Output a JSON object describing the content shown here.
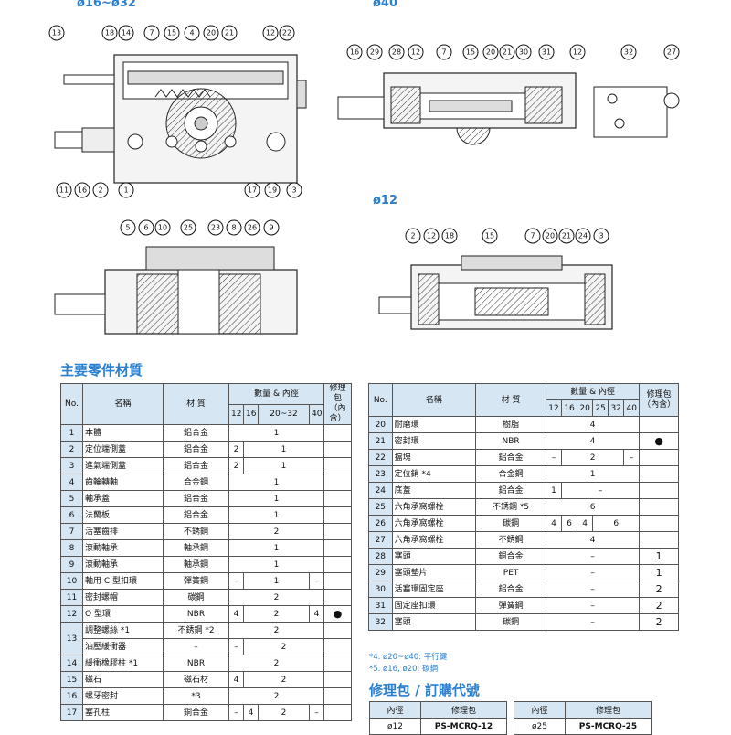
{
  "drawings": {
    "d1_title": "ø16~ø32",
    "d2_title": "ø40",
    "d3_title": "ø12",
    "d1_top": [
      "13",
      "18",
      "14",
      "7",
      "15",
      "4",
      "20",
      "21",
      "12",
      "22"
    ],
    "d1_bottom": [
      "11",
      "16",
      "2",
      "1",
      "17",
      "19",
      "3"
    ],
    "d2_top": [
      "16",
      "29",
      "28",
      "12",
      "7",
      "15",
      "20",
      "21",
      "30",
      "31",
      "12",
      "32",
      "27"
    ],
    "d4_top": [
      "5",
      "6",
      "10",
      "25",
      "23",
      "8",
      "26",
      "9"
    ],
    "d3_top": [
      "2",
      "12",
      "18",
      "15",
      "7",
      "20",
      "21",
      "24",
      "3"
    ]
  },
  "parts_title": "主要零件材質",
  "table_left": {
    "h_no": "No.",
    "h_name": "名稱",
    "h_mat": "材 質",
    "h_qty": "數量 & 內徑",
    "h_kit": "修理包\n（內含）",
    "h_sizes": [
      "12",
      "16",
      "20~32",
      "40"
    ],
    "rows": [
      {
        "no": "1",
        "name": "本體",
        "mat": "鋁合金",
        "q": [
          "",
          "",
          "1",
          ""
        ],
        "span": "all",
        "kit": ""
      },
      {
        "no": "2",
        "name": "定位端側蓋",
        "mat": "鋁合金",
        "q": [
          "2",
          "",
          "1",
          ""
        ],
        "span": "rest",
        "kit": ""
      },
      {
        "no": "3",
        "name": "進氣端側蓋",
        "mat": "鋁合金",
        "q": [
          "2",
          "",
          "1",
          ""
        ],
        "span": "rest",
        "kit": ""
      },
      {
        "no": "4",
        "name": "齒輪轉軸",
        "mat": "合金鋼",
        "q": [
          "",
          "",
          "1",
          ""
        ],
        "span": "all",
        "kit": ""
      },
      {
        "no": "5",
        "name": "軸承蓋",
        "mat": "鋁合金",
        "q": [
          "",
          "",
          "1",
          ""
        ],
        "span": "all",
        "kit": ""
      },
      {
        "no": "6",
        "name": "法蘭板",
        "mat": "鋁合金",
        "q": [
          "",
          "",
          "1",
          ""
        ],
        "span": "all",
        "kit": ""
      },
      {
        "no": "7",
        "name": "活塞齒排",
        "mat": "不銹鋼",
        "q": [
          "",
          "",
          "2",
          ""
        ],
        "span": "all",
        "kit": ""
      },
      {
        "no": "8",
        "name": "滾動軸承",
        "mat": "軸承鋼",
        "q": [
          "",
          "",
          "1",
          ""
        ],
        "span": "all",
        "kit": ""
      },
      {
        "no": "9",
        "name": "滾動軸承",
        "mat": "軸承鋼",
        "q": [
          "",
          "",
          "1",
          ""
        ],
        "span": "all",
        "kit": ""
      },
      {
        "no": "10",
        "name": "軸用 C 型扣環",
        "mat": "彈簧鋼",
        "q": [
          "–",
          "",
          "1",
          "–"
        ],
        "span": "mid",
        "kit": ""
      },
      {
        "no": "11",
        "name": "密封螺帽",
        "mat": "碳鋼",
        "q": [
          "",
          "",
          "2",
          ""
        ],
        "span": "all",
        "kit": ""
      },
      {
        "no": "12",
        "name": "O 型環",
        "mat": "NBR",
        "q": [
          "4",
          "",
          "2",
          "4"
        ],
        "span": "mid",
        "kit": "●"
      },
      {
        "no": "13",
        "name": "調整螺絲 *1",
        "mat": "不銹鋼 *2",
        "q": [
          "",
          "",
          "2",
          ""
        ],
        "span": "all",
        "kit": ""
      },
      {
        "no": "",
        "name": "油壓緩衝器",
        "mat": "–",
        "q": [
          "–",
          "",
          "2",
          ""
        ],
        "span": "rest",
        "kit": ""
      },
      {
        "no": "14",
        "name": "緩衝橡膠柱 *1",
        "mat": "NBR",
        "q": [
          "",
          "",
          "2",
          ""
        ],
        "span": "all",
        "kit": ""
      },
      {
        "no": "15",
        "name": "磁石",
        "mat": "磁石材",
        "q": [
          "4",
          "",
          "2",
          ""
        ],
        "span": "rest",
        "kit": ""
      },
      {
        "no": "16",
        "name": "螺牙密封",
        "mat": "*3",
        "q": [
          "",
          "",
          "2",
          ""
        ],
        "span": "all",
        "kit": ""
      },
      {
        "no": "17",
        "name": "塞孔柱",
        "mat": "銅合金",
        "q": [
          "–",
          "4",
          "2",
          "–"
        ],
        "span": "none",
        "kit": ""
      }
    ]
  },
  "table_right": {
    "h_no": "No.",
    "h_name": "名稱",
    "h_mat": "材 質",
    "h_qty": "數量 & 內徑",
    "h_kit": "修理包\n（內含）",
    "h_sizes": [
      "12",
      "16",
      "20",
      "25",
      "32",
      "40"
    ],
    "rows": [
      {
        "no": "20",
        "name": "耐磨環",
        "mat": "樹脂",
        "q": "4",
        "kit": ""
      },
      {
        "no": "21",
        "name": "密封環",
        "mat": "NBR",
        "q": "4",
        "kit": "●"
      },
      {
        "no": "22",
        "name": "擋塊",
        "mat": "鋁合金",
        "q": "– | 2 | –",
        "kit": ""
      },
      {
        "no": "23",
        "name": "定位銷 *4",
        "mat": "合金鋼",
        "q": "1",
        "kit": ""
      },
      {
        "no": "24",
        "name": "底蓋",
        "mat": "鋁合金",
        "q": "1 | –",
        "kit": ""
      },
      {
        "no": "25",
        "name": "六角承窩螺栓",
        "mat": "不銹鋼 *5",
        "q": "6",
        "kit": ""
      },
      {
        "no": "26",
        "name": "六角承窩螺栓",
        "mat": "碳鋼",
        "q": "4 | 6 | 4 | 6",
        "kit": ""
      },
      {
        "no": "27",
        "name": "六角承窩螺栓",
        "mat": "不銹鋼",
        "q": "4",
        "kit": ""
      },
      {
        "no": "28",
        "name": "塞頭",
        "mat": "銅合金",
        "q": "–",
        "kit": "1"
      },
      {
        "no": "29",
        "name": "塞頭墊片",
        "mat": "PET",
        "q": "–",
        "kit": "1"
      },
      {
        "no": "30",
        "name": "活塞環固定座",
        "mat": "鋁合金",
        "q": "–",
        "kit": "2"
      },
      {
        "no": "31",
        "name": "固定座扣環",
        "mat": "彈簧鋼",
        "q": "–",
        "kit": "2"
      },
      {
        "no": "32",
        "name": "塞頭",
        "mat": "碳鋼",
        "q": "–",
        "kit": "2"
      }
    ]
  },
  "notes": [
    "*4. ø20~ø40: 平行鍵",
    "*5. ø16, ø20: 碳鋼"
  ],
  "kit_title": "修理包 / 訂購代號",
  "kit_table": {
    "h_bore": "內徑",
    "h_kit": "修理包",
    "left": {
      "bore": "ø12",
      "kit": "PS-MCRQ-12"
    },
    "right": {
      "bore": "ø25",
      "kit": "PS-MCRQ-25"
    }
  }
}
